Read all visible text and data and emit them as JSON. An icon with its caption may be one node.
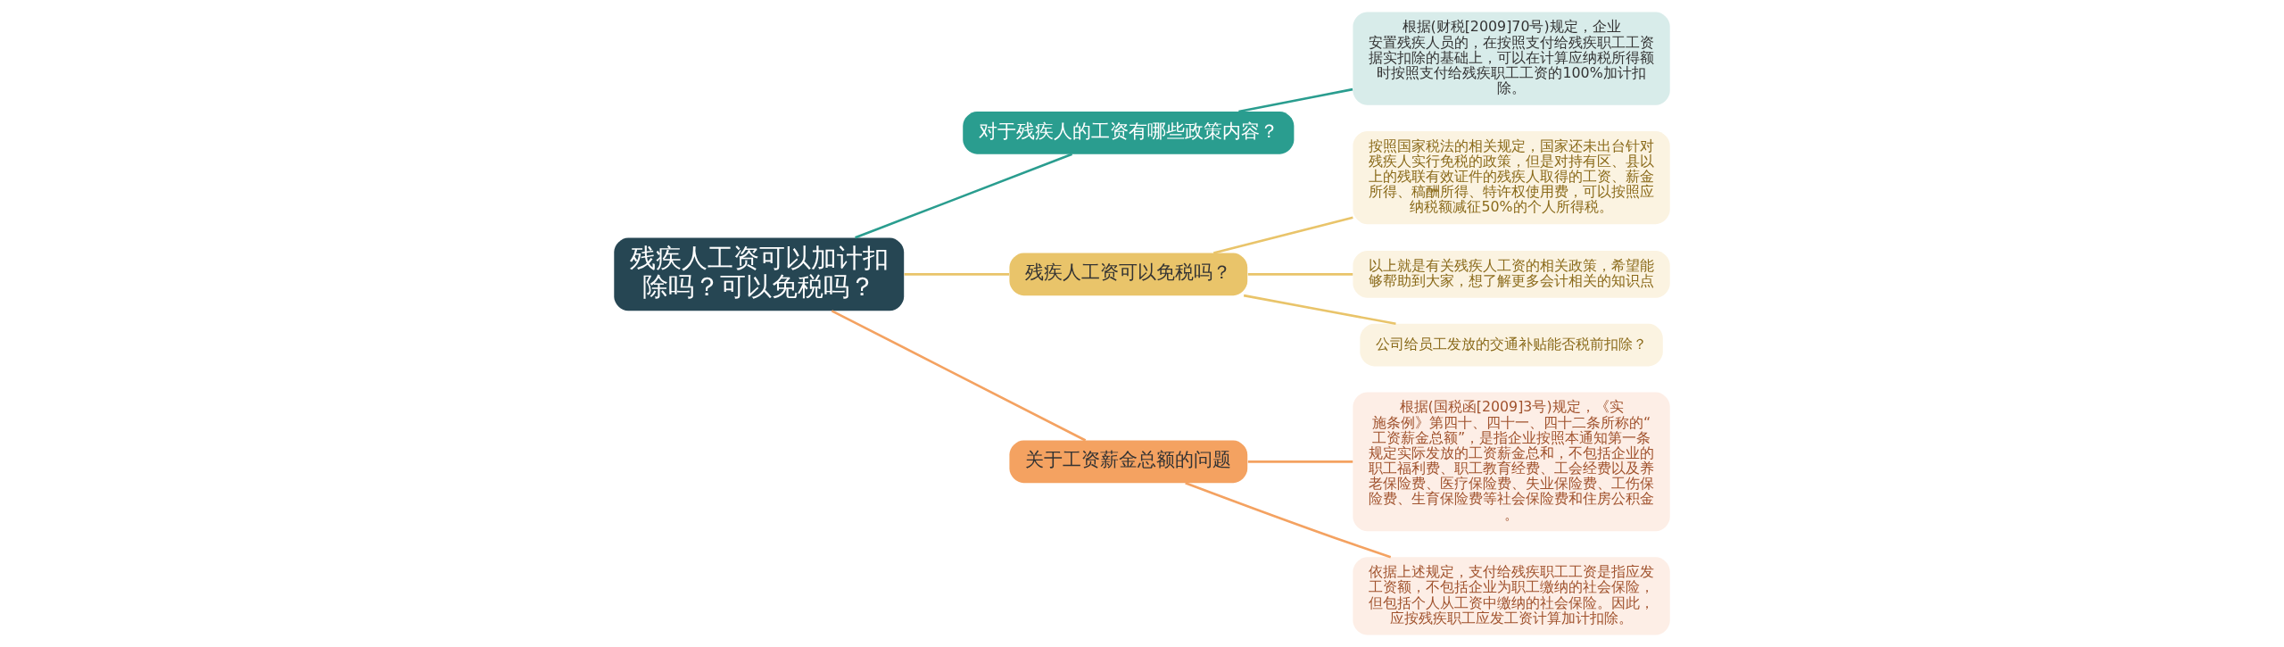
{
  "diagram": {
    "nodes": [
      {
        "text": [
          "残疾人工资可以加计扣除吗？可以免税吗？"
        ]
      },
      {
        "text": [
          "对于残疾人的工资有哪些政策内容？"
        ]
      },
      {
        "text": [
          "根据(财税[2009]70号)规定，企业安置残疾人员的，在按照支付给残疾职工工资据实扣除的基础上，可以在计算应纳税所得额时按照支付给残疾职工工资的100%加计扣除。"
        ]
      },
      {
        "text": [
          "残疾人工资可以免税吗？"
        ]
      },
      {
        "text": [
          "按照国家税法的相关规定，国家还未出台针对残疾人实行免税的政策，但是对持有区、县以上的残联有效证件的残疾人取得的工资、薪金所得、稿酬所得、特许权使用费，可以按照应纳税额减征50%的个人所得税。"
        ]
      },
      {
        "text": [
          "以上就是有关残疾人工资的相关政策，希望能够帮助到大家，想了解更多会计相关的知识点"
        ]
      },
      {
        "text": [
          "公司给员工发放的交通补贴能否税前扣除？"
        ]
      },
      {
        "text": [
          "关于工资薪金总额的问题"
        ]
      },
      {
        "text": [
          "根据(国税函[2009]3号)规定，《实施条例》第四十、四十一、四十二条所称的“工资薪金总额”，是指企业按照本通知第一条规定实际发放的工资薪金总和，不包括企业的职工福利费、职工教育经费、工会经费以及养老保险费、医疗保险费、失业保险费、工伤保险费、生育保险费等社会保险费和住房公积金。"
        ]
      },
      {
        "text": [
          "依据上述规定，支付给残疾职工工资是指应发工资额，不包括企业为职工缴纳的社会保险，但包括个人从工资中缴纳的社会保险。因此，应按残疾职工应发工资计算加计扣除。"
        ]
      }
    ],
    "edges": [
      {
        "from": 0,
        "to": 1,
        "arrow": "none",
        "color": "#2a9d8f"
      },
      {
        "from": 1,
        "to": 2,
        "arrow": "none",
        "color": "#2a9d8f"
      },
      {
        "from": 0,
        "to": 3,
        "arrow": "none"
      },
      {
        "from": 3,
        "to": 4,
        "arrow": "none"
      },
      {
        "from": 3,
        "to": 5,
        "arrow": "none"
      },
      {
        "from": 3,
        "to": 6,
        "arrow": "none"
      },
      {
        "from": 0,
        "to": 7,
        "arrow": "none",
        "color": "#f4a261"
      },
      {
        "from": 7,
        "to": 8,
        "arrow": "none",
        "color": "#f4a261"
      },
      {
        "from": 7,
        "to": 9,
        "arrow": "none",
        "color": "#f4a261"
      }
    ]
  }
}
